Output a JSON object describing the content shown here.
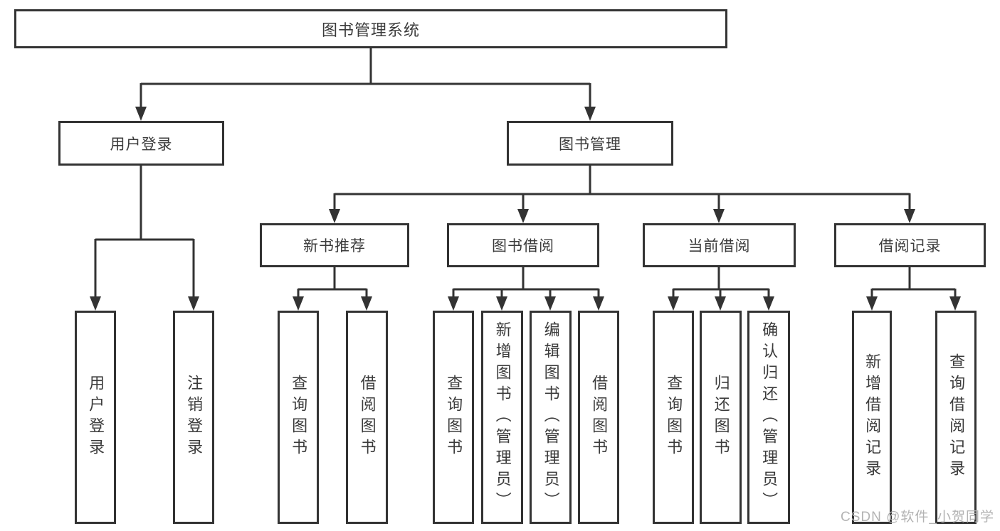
{
  "diagram": {
    "root": {
      "label": "图书管理系统"
    },
    "level2": [
      {
        "label": "用户登录"
      },
      {
        "label": "图书管理"
      }
    ],
    "level3": [
      {
        "label": "新书推荐"
      },
      {
        "label": "图书借阅"
      },
      {
        "label": "当前借阅"
      },
      {
        "label": "借阅记录"
      }
    ],
    "groups": {
      "login": [
        {
          "label": "用户登录"
        },
        {
          "label": "注销登录"
        }
      ],
      "recommend": [
        {
          "label": "查询图书"
        },
        {
          "label": "借阅图书"
        }
      ],
      "borrow": [
        {
          "label": "查询图书"
        },
        {
          "label": "新增图书（管理员）"
        },
        {
          "label": "编辑图书（管理员）"
        },
        {
          "label": "借阅图书"
        }
      ],
      "current": [
        {
          "label": "查询图书"
        },
        {
          "label": "归还图书"
        },
        {
          "label": "确认归还（管理员）"
        }
      ],
      "records": [
        {
          "label": "新增借阅记录"
        },
        {
          "label": "查询借阅记录"
        }
      ]
    },
    "colors": {
      "line": "#333333",
      "text": "#3b3b3b",
      "background": "#ffffff",
      "watermark": "#b3b3b3"
    },
    "watermark": "CSDN @软件_小贺同学"
  }
}
